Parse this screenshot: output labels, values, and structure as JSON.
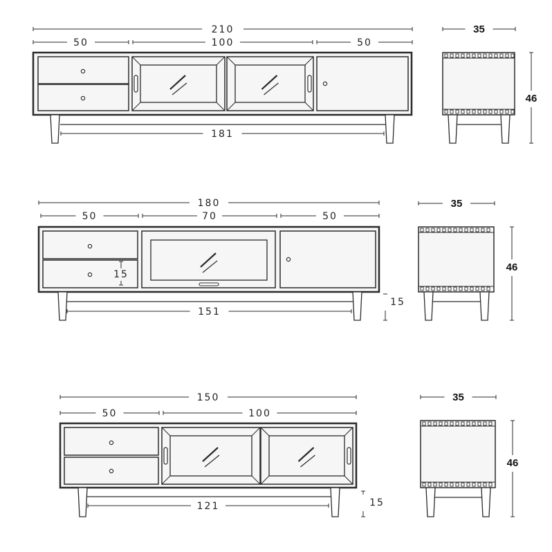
{
  "units": "cm",
  "models": [
    {
      "front": {
        "total_width": "210",
        "left_section": "50",
        "middle_section": "100",
        "right_section": "50",
        "inner_width": "181"
      },
      "side": {
        "depth": "35",
        "height": "46"
      }
    },
    {
      "front": {
        "total_width": "180",
        "left_section": "50",
        "middle_section": "70",
        "right_section": "50",
        "inner_width": "151",
        "drawer_height": "15",
        "leg_height": "15"
      },
      "side": {
        "depth": "35",
        "height": "46"
      }
    },
    {
      "front": {
        "total_width": "150",
        "left_section": "50",
        "middle_section": "100",
        "inner_width": "121",
        "leg_height": "15"
      },
      "side": {
        "depth": "35",
        "height": "46"
      }
    }
  ],
  "colors": {
    "line": "#2a2a2a",
    "panel": "#f6f6f6"
  }
}
